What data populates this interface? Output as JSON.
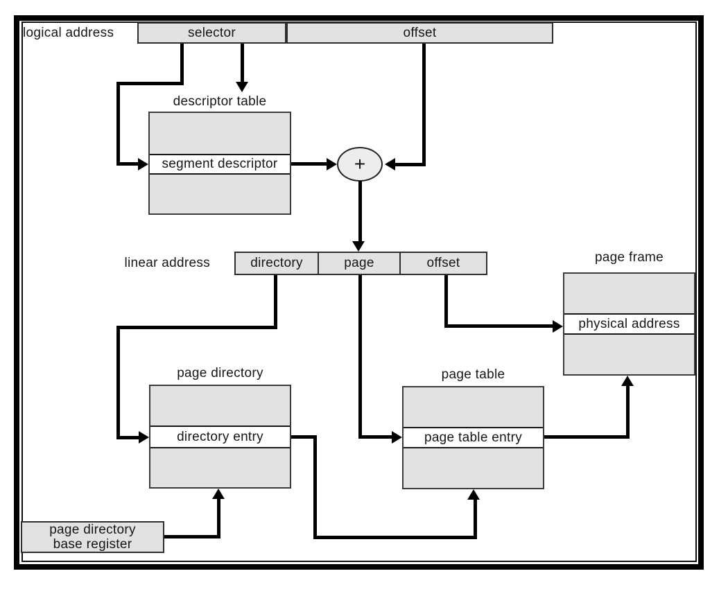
{
  "colors": {
    "box_fill": "#e2e2e2",
    "box_border": "#2e2e2e",
    "line": "#000000",
    "row_white": "#ffffff"
  },
  "logical_address": {
    "label": "logical address",
    "selector": "selector",
    "offset": "offset"
  },
  "descriptor_table": {
    "title": "descriptor table",
    "entry": "segment descriptor"
  },
  "adder": {
    "symbol": "+"
  },
  "linear_address": {
    "label": "linear address",
    "directory": "directory",
    "page": "page",
    "offset": "offset"
  },
  "page_directory": {
    "title": "page directory",
    "entry": "directory entry"
  },
  "page_table": {
    "title": "page table",
    "entry": "page table entry"
  },
  "page_frame": {
    "title": "page frame",
    "entry": "physical address"
  },
  "base_register": {
    "line1": "page directory",
    "line2": "base register"
  }
}
